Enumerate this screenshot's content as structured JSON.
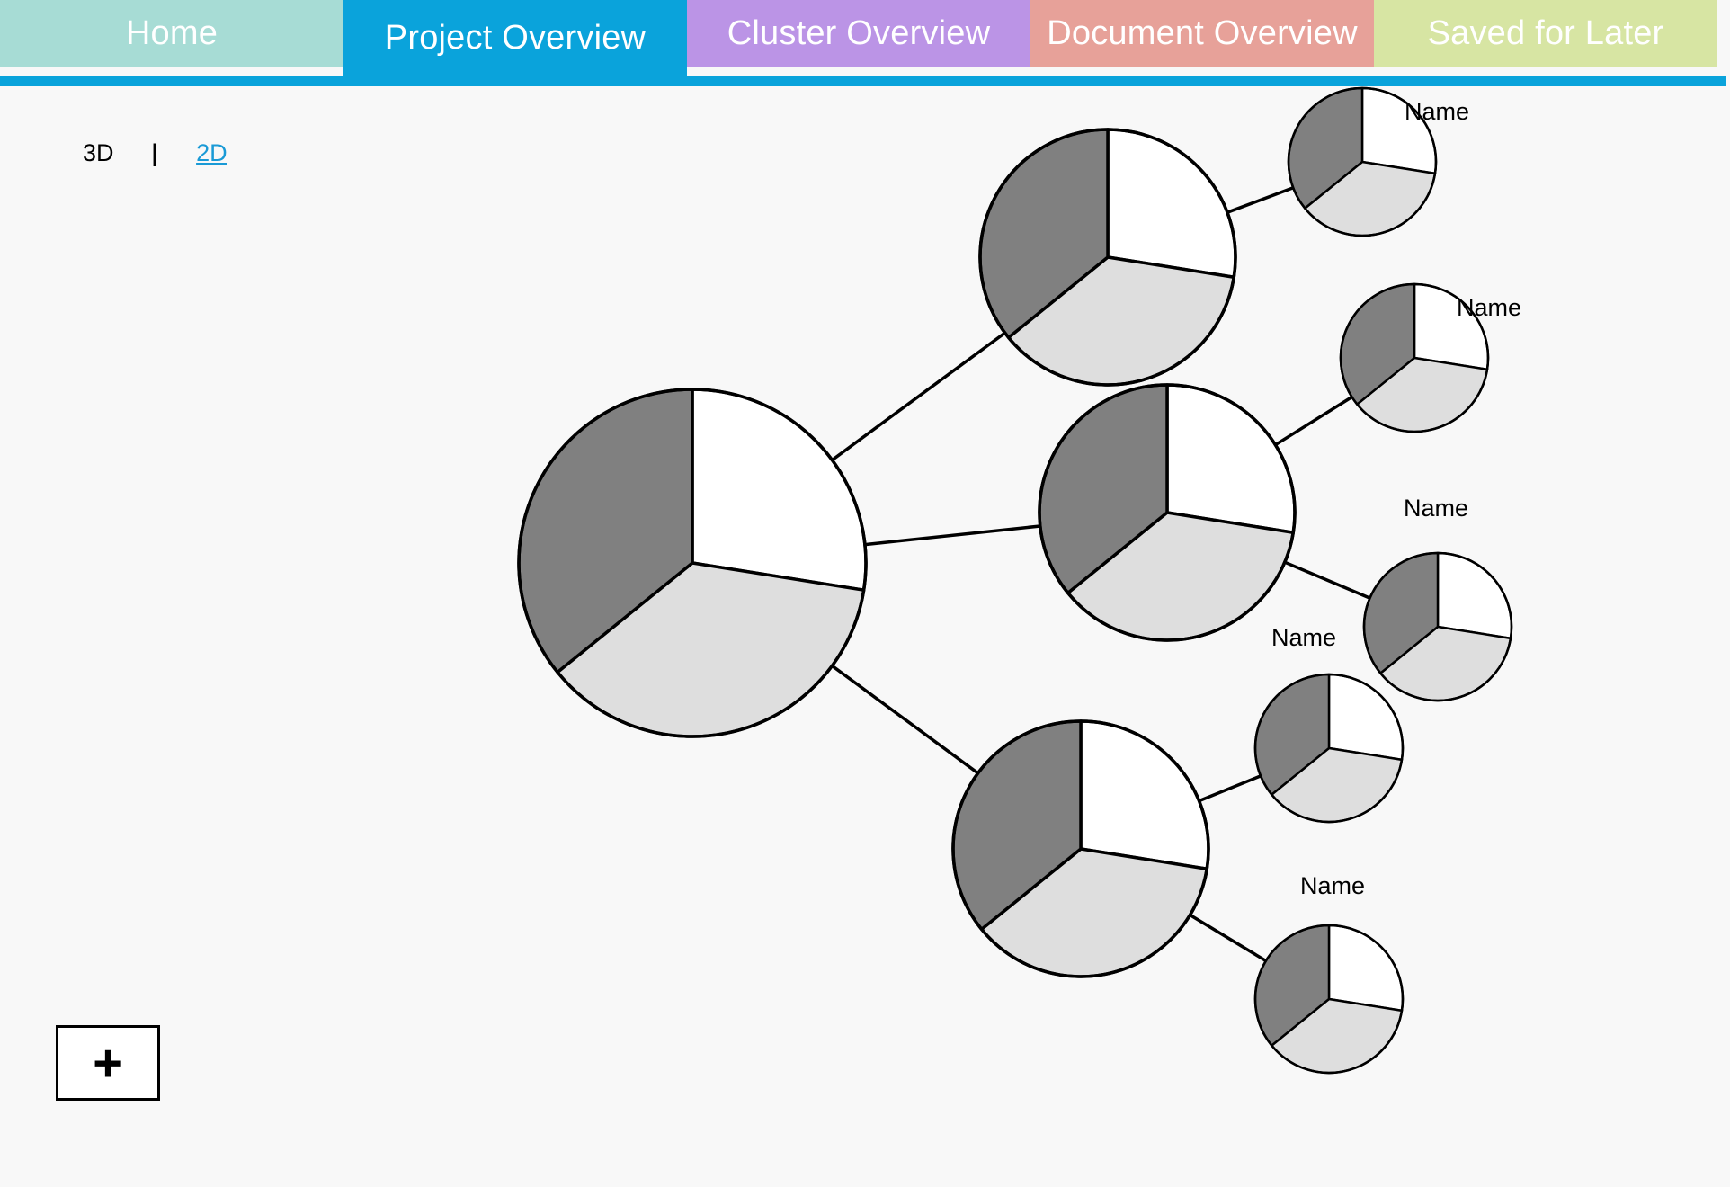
{
  "nav": {
    "tabs": [
      {
        "label": "Home",
        "color": "#a7dcd5",
        "active": false
      },
      {
        "label": "Project Overview",
        "color": "#0aa3db",
        "active": true
      },
      {
        "label": "Cluster Overview",
        "color": "#bb94e6",
        "active": false
      },
      {
        "label": "Document Overview",
        "color": "#e7a199",
        "active": false
      },
      {
        "label": "Saved for Later",
        "color": "#d7e5a3",
        "active": false
      }
    ]
  },
  "view_toggle": {
    "option_3d": "3D",
    "separator": "|",
    "option_2d": "2D"
  },
  "add_button": {
    "label": "+"
  },
  "colors": {
    "slice_dark": "#808080",
    "slice_light": "#dedede",
    "slice_white": "#ffffff"
  },
  "leaf_labels": [
    "Name",
    "Name",
    "Name",
    "Name",
    "Name"
  ]
}
